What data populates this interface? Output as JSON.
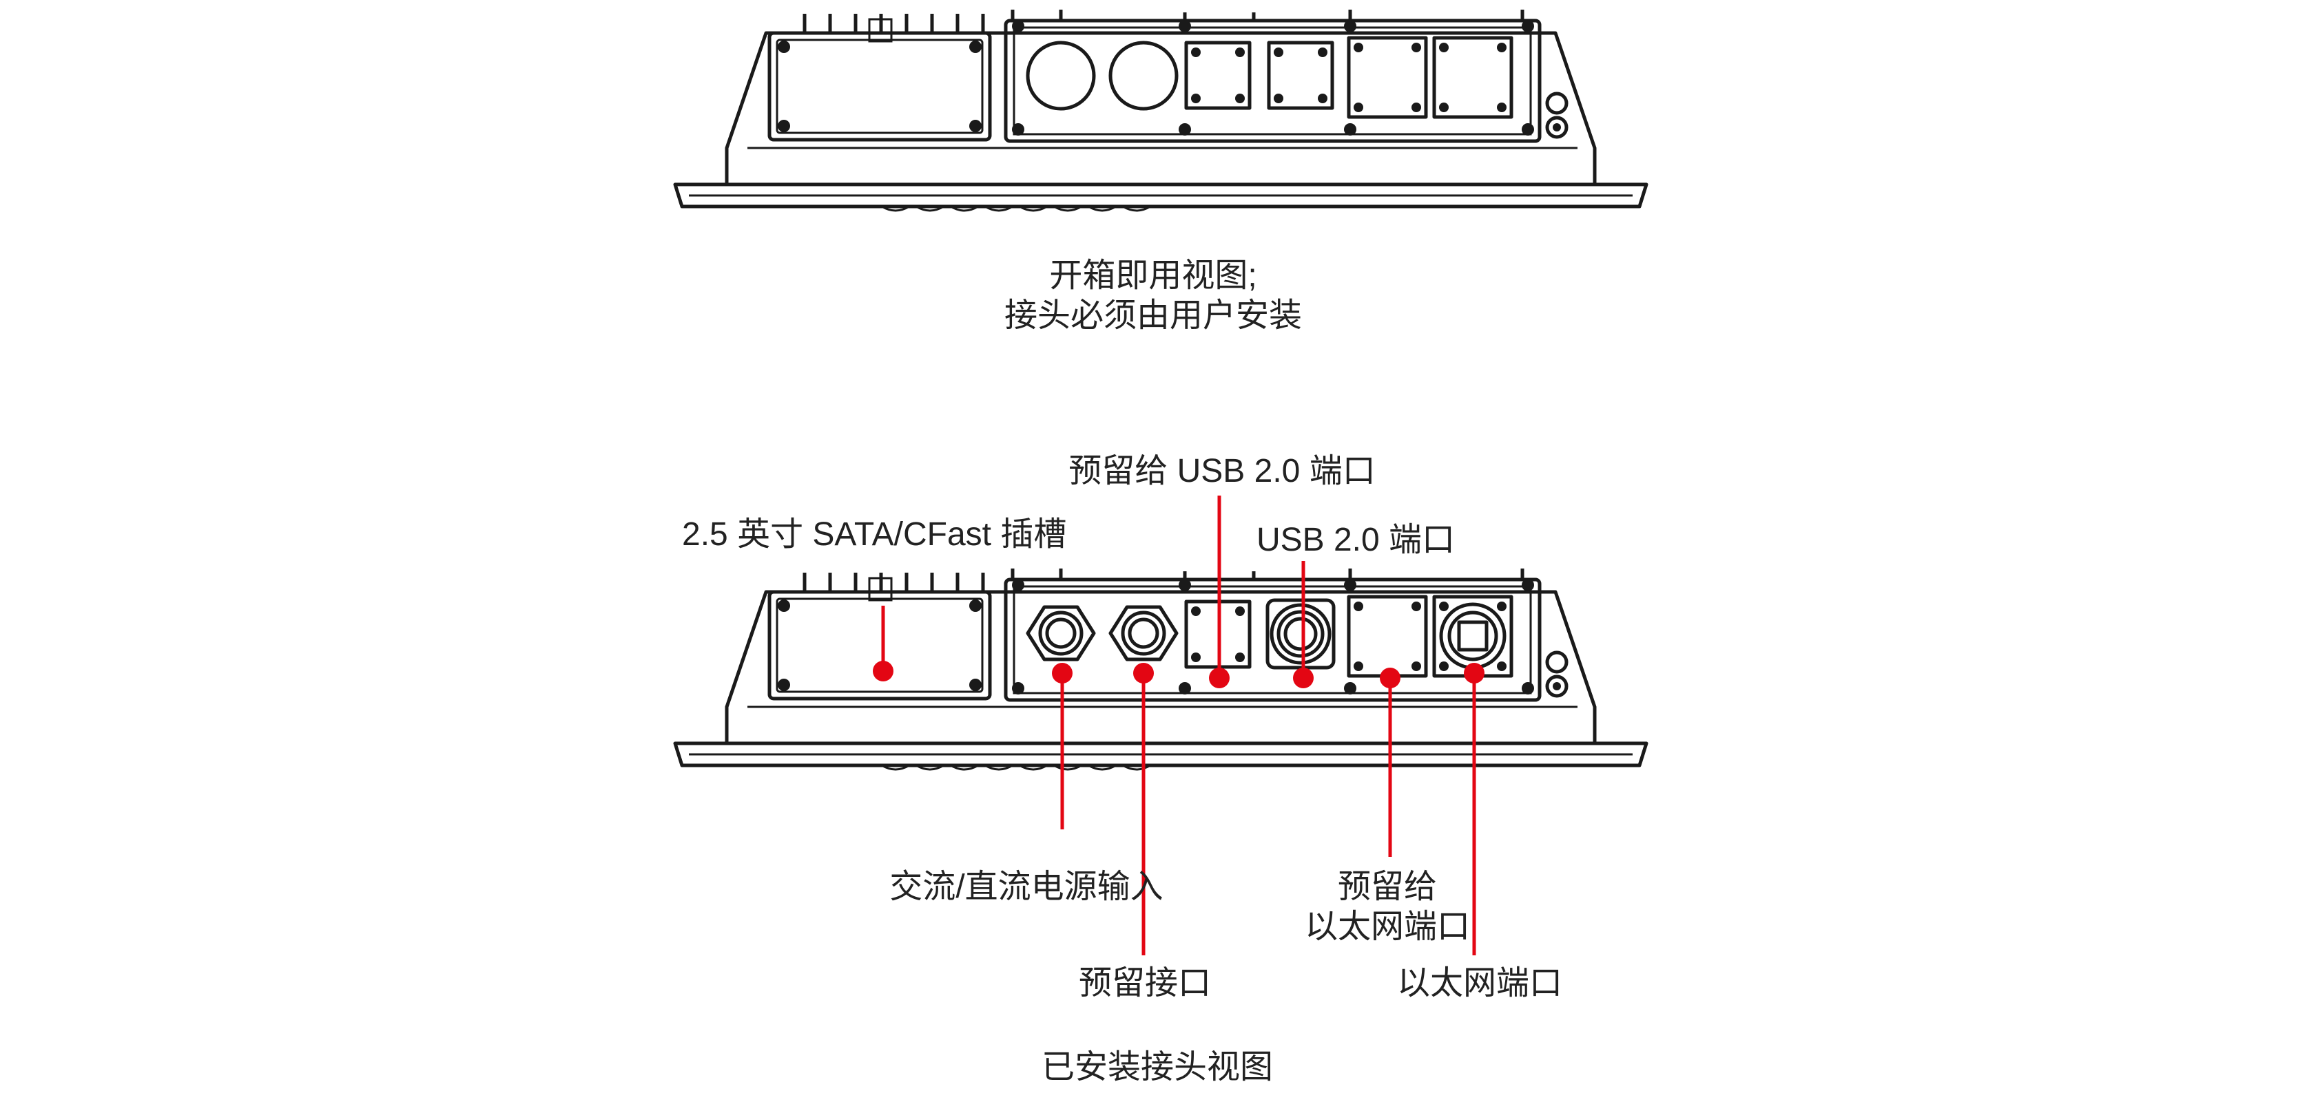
{
  "top_caption": {
    "line1": "开箱即用视图;",
    "line2": "接头必须由用户安装"
  },
  "bottom_caption": "已安装接头视图",
  "callouts": {
    "sata_slot": "2.5 英寸 SATA/CFast 插槽",
    "reserved_usb": "预留给 USB 2.0 端口",
    "usb": "USB 2.0 端口",
    "power_input": "交流/直流电源输入",
    "reserved_port": "预留接口",
    "reserved_ethernet_line1": "预留给",
    "reserved_ethernet_line2": "以太网端口",
    "ethernet": "以太网端口"
  },
  "colors": {
    "callout": "#e30613",
    "outline": "#1a1a1a"
  }
}
